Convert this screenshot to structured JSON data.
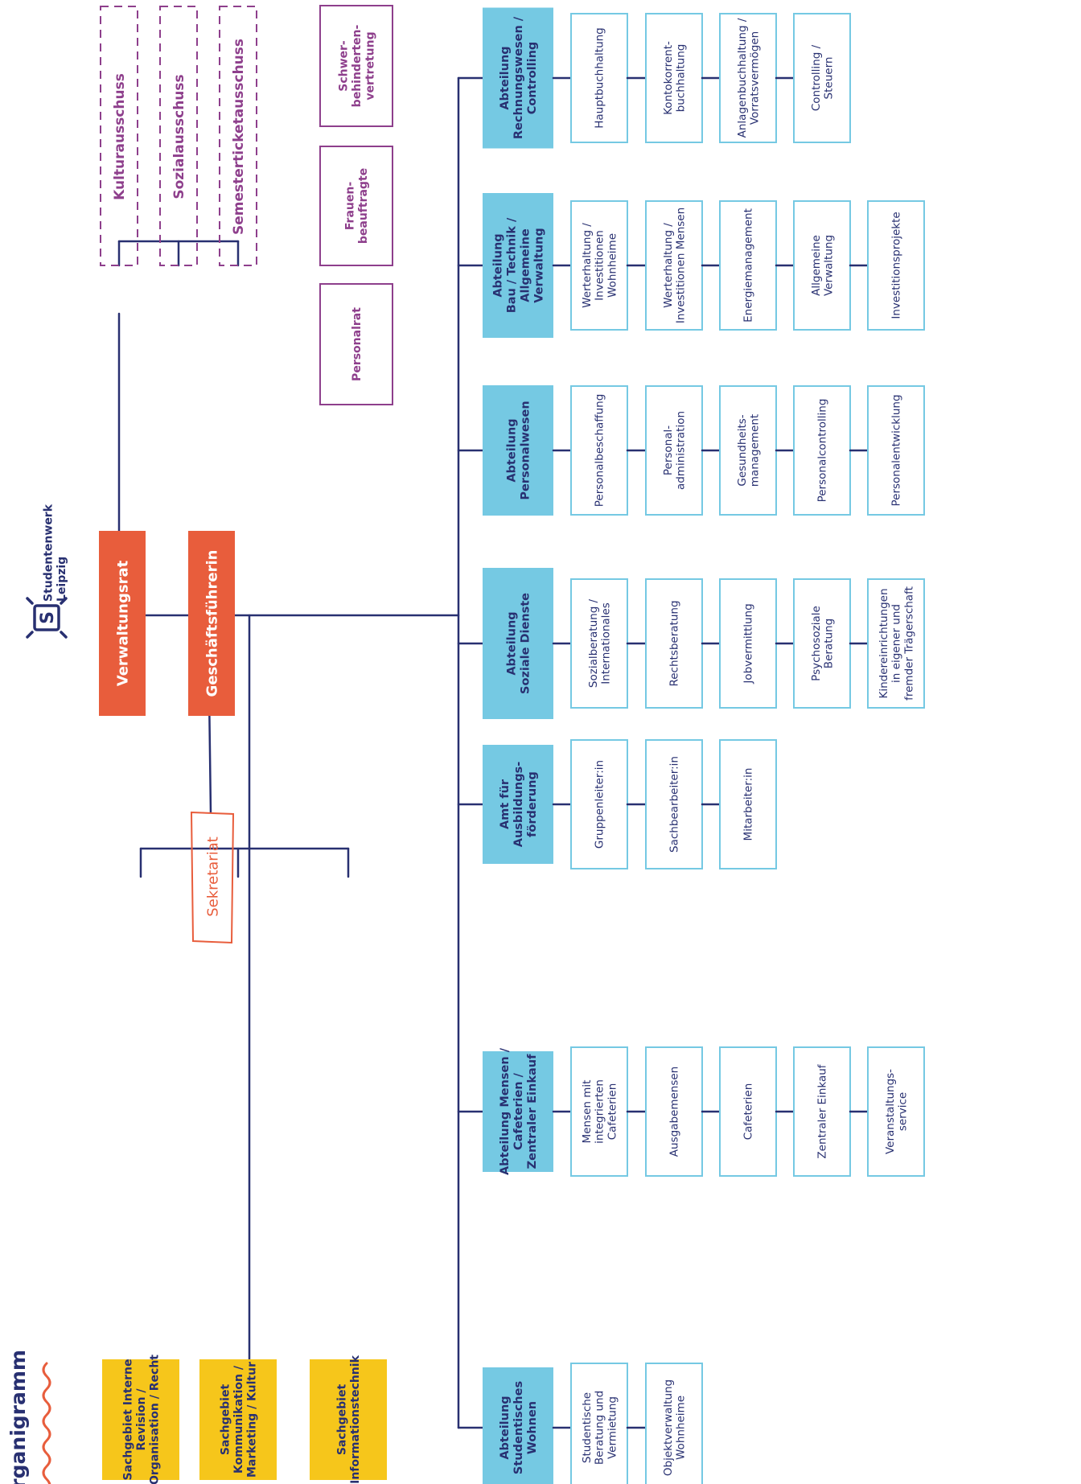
{
  "title": "Organigramm",
  "logo": {
    "line1": "Studentenwerk",
    "line2": "Leipzig",
    "mark": "S"
  },
  "colors": {
    "navy": "#283071",
    "orange": "#e85d3c",
    "yellow": "#f6c61b",
    "lightblue": "#75c9e3",
    "purple": "#8e3f8c",
    "dashed": "#8e3f8c",
    "white": "#ffffff",
    "text": "#283071"
  },
  "top": {
    "verwaltungsrat": "Verwaltungsrat",
    "geschaeftsfuehrerin": "Geschäftsführerin",
    "sekretariat": "Sekretariat"
  },
  "committees": [
    "Kulturausschuss",
    "Sozialausschuss",
    "Semesterticketausschuss"
  ],
  "representatives": [
    {
      "lines": [
        "Personalrat"
      ]
    },
    {
      "lines": [
        "Frauen-",
        "beauftragte"
      ]
    },
    {
      "lines": [
        "Schwer-",
        "behinderten-",
        "vertretung"
      ]
    }
  ],
  "staff_units": [
    {
      "lines": [
        "Sachgebiet Interne",
        "Revision /",
        "Organisation / Recht"
      ]
    },
    {
      "lines": [
        "Sachgebiet",
        "Kommunikation /",
        "Marketing / Kultur"
      ]
    },
    {
      "lines": [
        "Sachgebiet",
        "Informationstechnik"
      ]
    }
  ],
  "departments": [
    {
      "lines": [
        "Abteilung",
        "Studentisches",
        "Wohnen"
      ],
      "units": [
        [
          "Studentische",
          "Beratung und",
          "Vermietung"
        ],
        [
          "Objektverwaltung",
          "Wohnheime"
        ]
      ]
    },
    {
      "lines": [
        "Abteilung Mensen /",
        "Cafeterien /",
        "Zentraler Einkauf"
      ],
      "units": [
        [
          "Mensen mit",
          "integrierten",
          "Cafeterien"
        ],
        [
          "Ausgabemensen"
        ],
        [
          "Cafeterien"
        ],
        [
          "Zentraler Einkauf"
        ],
        [
          "Veranstaltungs-",
          "service"
        ]
      ]
    },
    {
      "lines": [
        "Amt für",
        "Ausbildungs-",
        "förderung"
      ],
      "units": [
        [
          "Gruppenleiter:in"
        ],
        [
          "Sachbearbeiter:in"
        ],
        [
          "Mitarbeiter:in"
        ]
      ]
    },
    {
      "lines": [
        "Abteilung",
        "Soziale Dienste"
      ],
      "units": [
        [
          "Sozialberatung /",
          "Internationales"
        ],
        [
          "Rechtsberatung"
        ],
        [
          "Jobvermittlung"
        ],
        [
          "Psychosoziale",
          "Beratung"
        ],
        [
          "Kindereinrichtungen",
          "in eigener und",
          "fremder Trägerschaft"
        ]
      ]
    },
    {
      "lines": [
        "Abteilung",
        "Personalwesen"
      ],
      "units": [
        [
          "Personalbeschaffung"
        ],
        [
          "Personal-",
          "administration"
        ],
        [
          "Gesundheits-",
          "management"
        ],
        [
          "Personalcontrolling"
        ],
        [
          "Personalentwicklung"
        ]
      ]
    },
    {
      "lines": [
        "Abteilung",
        "Bau / Technik /",
        "Allgemeine",
        "Verwaltung"
      ],
      "units": [
        [
          "Werterhaltung /",
          "Investitionen",
          "Wohnheime"
        ],
        [
          "Werterhaltung /",
          "Investitionen Mensen"
        ],
        [
          "Energiemanagement"
        ],
        [
          "Allgemeine",
          "Verwaltung"
        ],
        [
          "Investitionsprojekte"
        ]
      ]
    },
    {
      "lines": [
        "Abteilung",
        "Rechnungswesen /",
        "Controlling"
      ],
      "units": [
        [
          "Hauptbuchhaltung"
        ],
        [
          "Kontokorrent-",
          "buchhaltung"
        ],
        [
          "Anlagenbuchhaltung /",
          "Vorratsvermögen"
        ],
        [
          "Controlling /",
          "Steuern"
        ]
      ]
    }
  ]
}
